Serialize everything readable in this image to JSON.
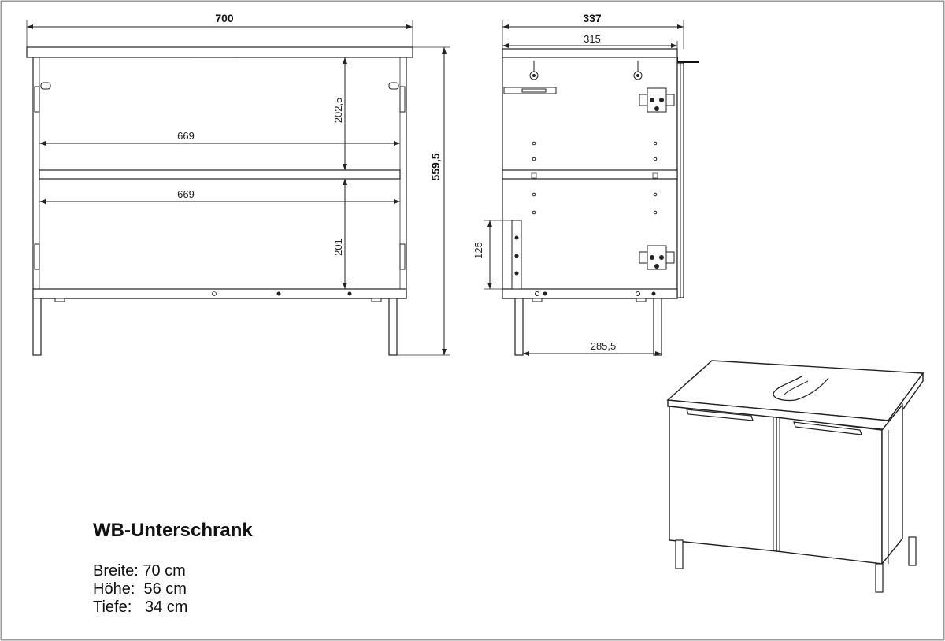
{
  "product": {
    "title": "WB-Unterschrank",
    "specs": [
      {
        "label": "Breite:",
        "value": "70 cm"
      },
      {
        "label": "Höhe:",
        "value": "56 cm"
      },
      {
        "label": "Tiefe:",
        "value": "34 cm"
      }
    ]
  },
  "front_view": {
    "width_total": "700",
    "inner_width_top": "669",
    "inner_width_bottom": "669",
    "upper_compartment_height": "202,5",
    "lower_compartment_height": "201",
    "total_height": "559,5"
  },
  "side_view": {
    "depth_total": "337",
    "depth_body": "315",
    "foot_depth": "285,5",
    "cutout_height": "125"
  },
  "colors": {
    "line": "#222222",
    "frame": "#9a9a9a"
  }
}
